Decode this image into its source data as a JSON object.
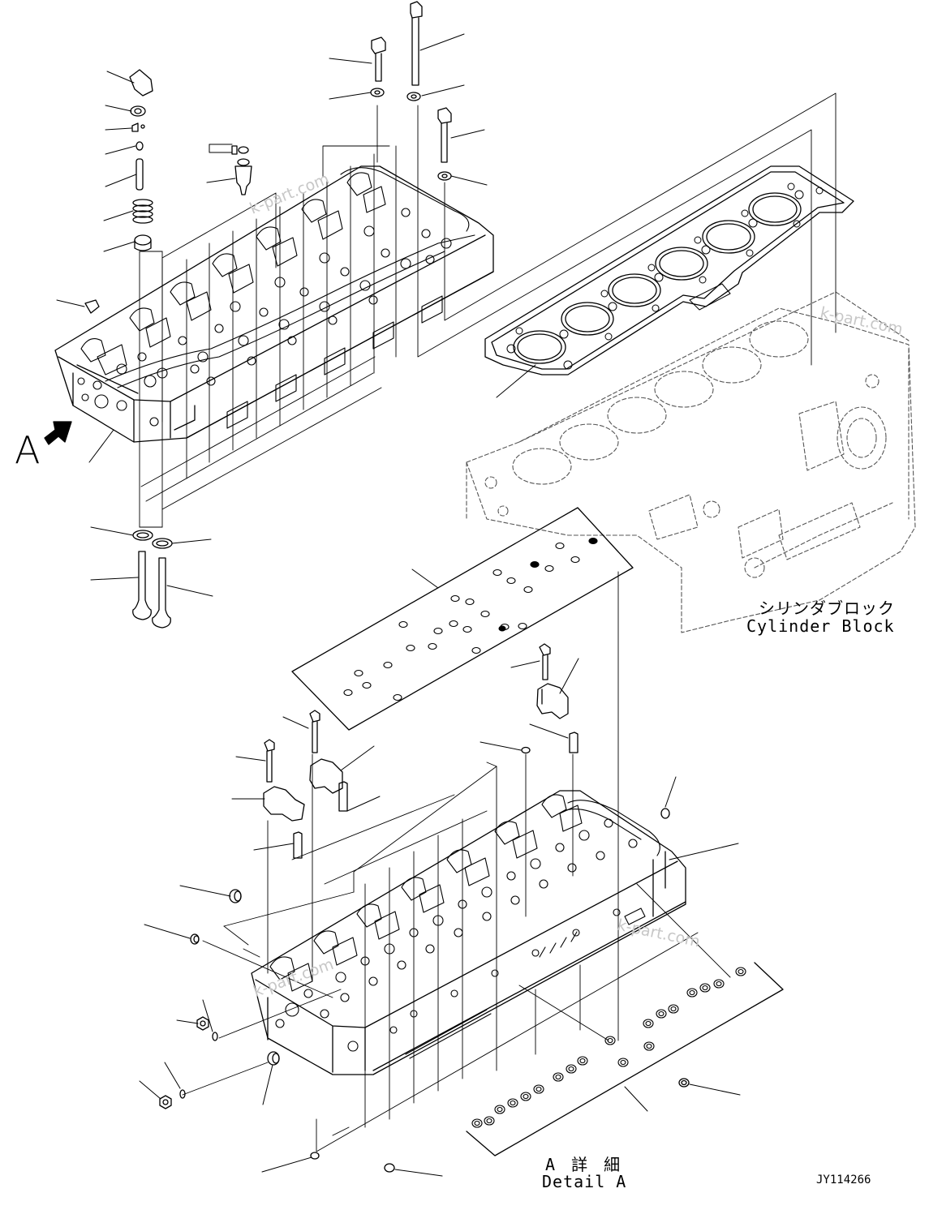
{
  "view": {
    "letter": "A"
  },
  "cylinder_block": {
    "label_jp": "シリンダブロック",
    "label_en": "Cylinder Block"
  },
  "detail": {
    "label_jp": "A 詳 細",
    "label_en": "Detail A"
  },
  "drawing_number": "JY114266",
  "watermark": "k-part.com",
  "colors": {
    "line": "#000000",
    "block_line": "#555555",
    "watermark": "#c7c7c7",
    "background": "#ffffff"
  }
}
